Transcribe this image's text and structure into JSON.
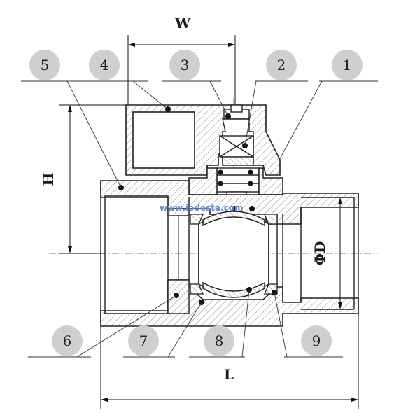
{
  "dimensions": {
    "width_label": "W",
    "height_label": "H",
    "length_label": "L",
    "diameter_label": "ΦD"
  },
  "callouts": [
    "1",
    "2",
    "3",
    "4",
    "5",
    "6",
    "7",
    "8",
    "9"
  ],
  "watermark": "www.iodesta.com",
  "colors": {
    "line": "#222222",
    "callout_bubble": "#cfcfcf",
    "hatch": "#8a8a8a",
    "watermark": "#6d88c6"
  }
}
